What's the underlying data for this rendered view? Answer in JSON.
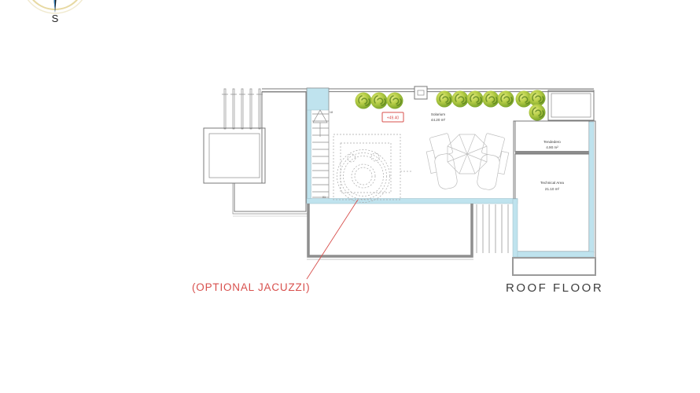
{
  "compass": {
    "south_label": "S"
  },
  "plan": {
    "floor_label": "ROOF FLOOR",
    "elevation_label": "+49.40",
    "annotation_jacuzzi": "(OPTIONAL JACUZZI)",
    "rooms": [
      {
        "name": "Solarium",
        "area": "44.20 m²"
      },
      {
        "name": "Tendedero",
        "area": "4.90 m²"
      },
      {
        "name": "Technical Area",
        "area": "21.10 m²"
      }
    ],
    "stairs": {
      "top_label": "18",
      "bottom_label": "01"
    },
    "colors": {
      "highlight": "#bfe3ee",
      "accent_red": "#d8504d",
      "wall": "#787878",
      "tree_light": "#cfe06a",
      "tree_dark": "#5e8f1f"
    }
  }
}
